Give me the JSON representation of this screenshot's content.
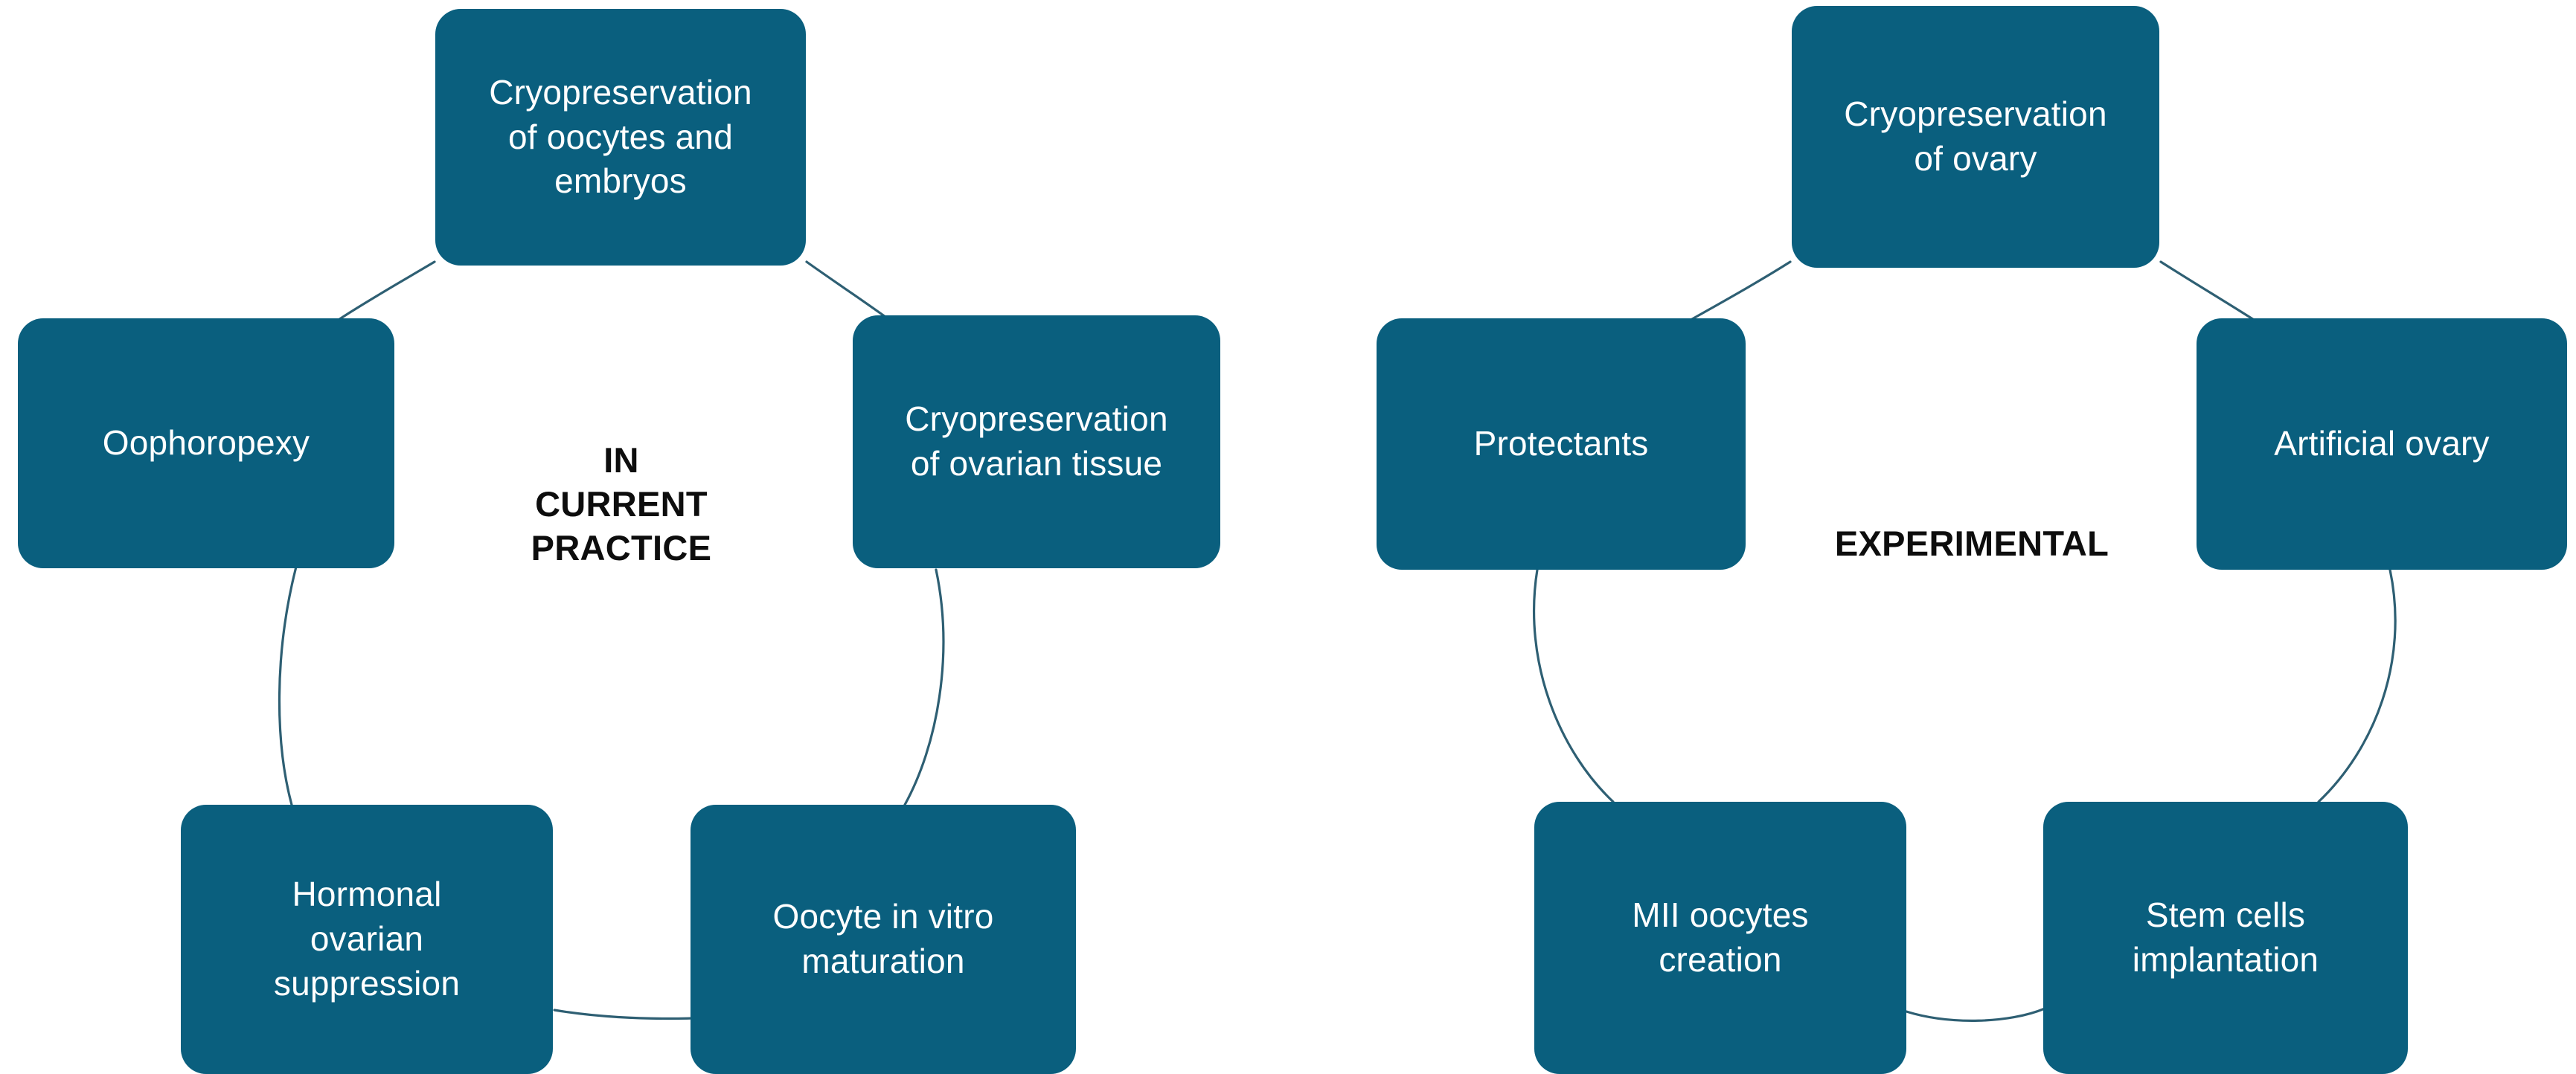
{
  "diagram": {
    "background_color": "#ffffff",
    "node_color": "#0A5F7E",
    "node_text_color": "#ffffff",
    "title_text_color": "#0d0d0d",
    "connector_color": "#2e5f73",
    "clusters": [
      {
        "id": "in-current-practice",
        "title": "IN\nCURRENT\nPRACTICE",
        "nodes": [
          {
            "id": "cryopreservation-of-oocytes-and-embryos",
            "label": "Cryopreservation\nof oocytes and\nembryos"
          },
          {
            "id": "cryopreservation-of-ovarian-tissue",
            "label": "Cryopreservation\nof ovarian tissue"
          },
          {
            "id": "oocyte-in-vitro-maturation",
            "label": "Oocyte in vitro\nmaturation"
          },
          {
            "id": "hormonal-ovarian-suppression",
            "label": "Hormonal\novarian\nsuppression"
          },
          {
            "id": "oophoropexy",
            "label": "Oophoropexy"
          }
        ]
      },
      {
        "id": "experimental",
        "title": "EXPERIMENTAL",
        "nodes": [
          {
            "id": "cryopreservation-of-ovary",
            "label": "Cryopreservation\nof ovary"
          },
          {
            "id": "artificial-ovary",
            "label": "Artificial ovary"
          },
          {
            "id": "stem-cells-implantation",
            "label": "Stem cells\nimplantation"
          },
          {
            "id": "mii-oocytes-creation",
            "label": "MII oocytes\ncreation"
          },
          {
            "id": "protectants",
            "label": "Protectants"
          }
        ]
      }
    ]
  }
}
